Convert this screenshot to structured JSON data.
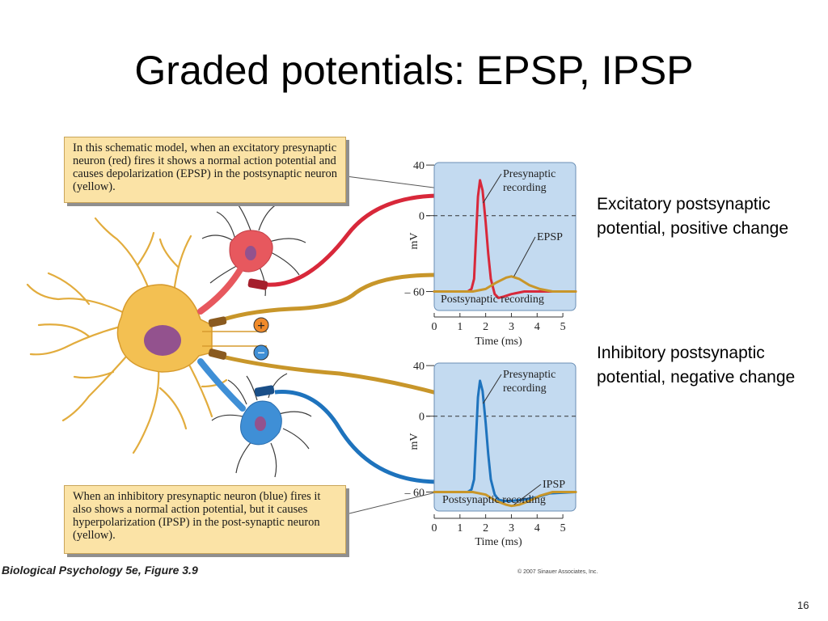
{
  "slide": {
    "title": "Graded potentials: EPSP, IPSP",
    "page_number": "16"
  },
  "captions": {
    "excitatory": "In this schematic model, when an excitatory presynaptic neuron (red) fires it shows a normal action potential and causes depolarization (EPSP) in the postsynaptic neuron (yellow).",
    "inhibitory": "When an inhibitory presynaptic neuron (blue) fires it also shows a normal action potential, but it causes hyperpolarization (IPSP) in the post-synaptic neuron (yellow)."
  },
  "side_notes": {
    "excitatory": "Excitatory postsynaptic potential, positive change",
    "inhibitory": "Inhibitory postsynaptic potential, negative change"
  },
  "figure": {
    "source": "Biological Psychology 5e, Figure 3.9",
    "copyright": "© 2007 Sinauer Associates, Inc.",
    "plus_symbol": "+",
    "minus_symbol": "−"
  },
  "colors": {
    "excitatory_neuron": "#e7585e",
    "inhibitory_neuron": "#3f8fd6",
    "postsynaptic_neuron": "#f3c052",
    "nucleus": "#93528e",
    "plot_background": "#c3daf0",
    "presynaptic_trace_top": "#d8283a",
    "presynaptic_trace_bottom": "#1e73bd",
    "postsynaptic_trace": "#c8962a"
  },
  "chart_data": [
    {
      "type": "line",
      "xlabel": "Time (ms)",
      "ylabel": "mV",
      "xlim": [
        0,
        5.5
      ],
      "ylim": [
        -75,
        42
      ],
      "xticks": [
        0,
        1,
        2,
        3,
        4,
        5
      ],
      "yticks": [
        40,
        0,
        -60
      ],
      "ytick_labels": [
        "40",
        "0",
        "– 60"
      ],
      "reference_line": {
        "y": 0,
        "style": "dashed"
      },
      "annotations": {
        "presynaptic": "Presynaptic recording",
        "postsynaptic": "Postsynaptic recording",
        "effect": "EPSP"
      },
      "series": [
        {
          "key": "presynaptic",
          "color": "#d8283a",
          "x": [
            0,
            1.3,
            1.45,
            1.55,
            1.62,
            1.7,
            1.78,
            1.88,
            2.0,
            2.1,
            2.2,
            2.35,
            2.5,
            2.7,
            3.0,
            3.5,
            5.5
          ],
          "y": [
            -60,
            -60,
            -58,
            -50,
            -20,
            15,
            28,
            20,
            -5,
            -30,
            -50,
            -62,
            -65,
            -64,
            -62,
            -60,
            -60
          ]
        },
        {
          "key": "postsynaptic",
          "color": "#c8962a",
          "x": [
            0,
            1.5,
            2.0,
            2.4,
            2.8,
            3.0,
            3.3,
            3.7,
            4.1,
            4.6,
            5.5
          ],
          "y": [
            -60,
            -60,
            -58,
            -53,
            -49,
            -48,
            -50,
            -55,
            -58,
            -60,
            -60
          ]
        }
      ]
    },
    {
      "type": "line",
      "xlabel": "Time (ms)",
      "ylabel": "mV",
      "xlim": [
        0,
        5.5
      ],
      "ylim": [
        -75,
        42
      ],
      "xticks": [
        0,
        1,
        2,
        3,
        4,
        5
      ],
      "yticks": [
        40,
        0,
        -60
      ],
      "ytick_labels": [
        "40",
        "0",
        "– 60"
      ],
      "reference_line": {
        "y": 0,
        "style": "dashed"
      },
      "annotations": {
        "presynaptic": "Presynaptic recording",
        "postsynaptic": "Postsynaptic recording",
        "effect": "IPSP"
      },
      "series": [
        {
          "key": "presynaptic",
          "color": "#1e73bd",
          "x": [
            0,
            1.3,
            1.45,
            1.55,
            1.62,
            1.7,
            1.78,
            1.88,
            2.0,
            2.1,
            2.2,
            2.35,
            2.5,
            2.7,
            3.0,
            3.5,
            4.0,
            4.5,
            5.5
          ],
          "y": [
            -60,
            -60,
            -58,
            -50,
            -20,
            15,
            28,
            20,
            -5,
            -30,
            -50,
            -62,
            -66,
            -67,
            -67,
            -66,
            -64,
            -61,
            -60
          ]
        },
        {
          "key": "postsynaptic",
          "color": "#c8962a",
          "x": [
            0,
            1.5,
            2.0,
            2.4,
            2.8,
            3.0,
            3.3,
            3.7,
            4.1,
            4.6,
            5.5
          ],
          "y": [
            -60,
            -60,
            -62,
            -67,
            -70,
            -71,
            -70,
            -67,
            -63,
            -60,
            -60
          ]
        }
      ]
    }
  ]
}
